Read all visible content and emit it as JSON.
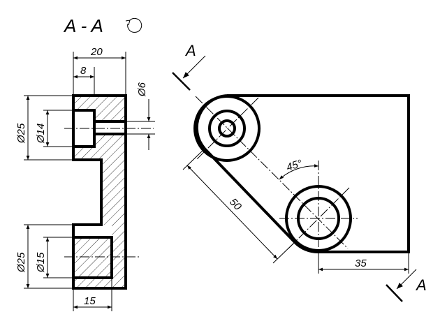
{
  "section_title": "A - A",
  "cut_label_top": "A",
  "cut_label_bottom": "A",
  "dimensions": {
    "width_20": "20",
    "width_8": "8",
    "dia_6": "Ø6",
    "dia_25_top": "Ø25",
    "dia_14": "Ø14",
    "dia_25_bottom": "Ø25",
    "dia_15": "Ø15",
    "width_15": "15",
    "length_50": "50",
    "angle_45": "45°",
    "length_35": "35"
  }
}
